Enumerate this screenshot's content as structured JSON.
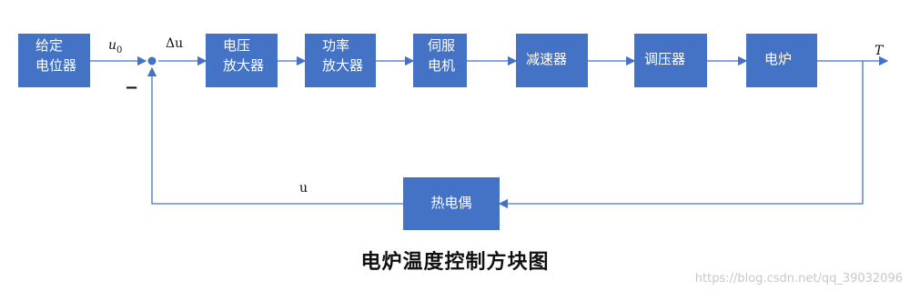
{
  "blocks": {
    "potentiometer": [
      "给定",
      "电位器"
    ],
    "voltage_amp": [
      "电压",
      "放大器"
    ],
    "power_amp": [
      "功率",
      "放大器"
    ],
    "servo_motor": [
      "伺服",
      "电机"
    ],
    "reducer": "减速器",
    "regulator": "调压器",
    "furnace": "电炉",
    "thermocouple": "热电偶"
  },
  "signals": {
    "u0_base": "u",
    "u0_sub": "0",
    "delta_u": "Δu",
    "output_T": "T",
    "feedback_u": "u",
    "minus_sign": "−"
  },
  "title": "电炉温度控制方块图",
  "watermark": "https://blog.csdn.net/qq_39032096",
  "colors": {
    "block": "#4472c4",
    "line": "#4472c4"
  }
}
